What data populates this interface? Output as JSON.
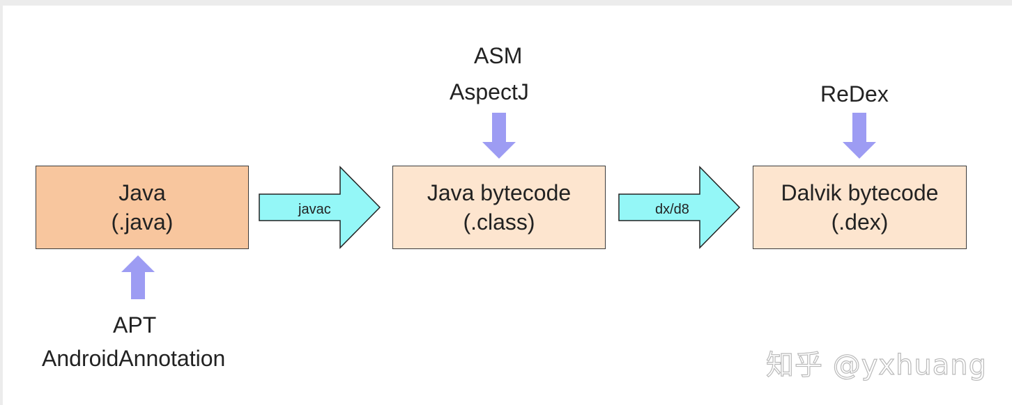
{
  "stages": {
    "java": {
      "line1": "Java",
      "line2": "(.java)"
    },
    "class": {
      "line1": "Java bytecode",
      "line2": "(.class)"
    },
    "dex": {
      "line1": "Dalvik bytecode",
      "line2": "(.dex)"
    }
  },
  "transitions": {
    "javac": "javac",
    "dx": "dx/d8"
  },
  "tools": {
    "apt": "APT",
    "android_annotation": "AndroidAnnotation",
    "asm": "ASM",
    "aspectj": "AspectJ",
    "redex": "ReDex"
  },
  "watermark": "知乎 @yxhuang",
  "colors": {
    "source_box": "#f8c69e",
    "bytecode_box": "#fde5cf",
    "flow_arrow": "#94f7f7",
    "tool_arrow": "#9d9cf3"
  }
}
